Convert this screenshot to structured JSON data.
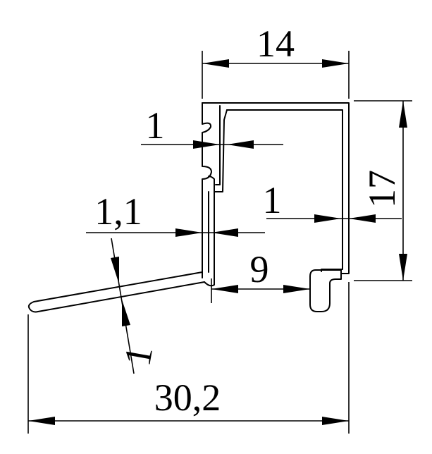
{
  "drawing": {
    "dimensions": {
      "width_top": "14",
      "height_right": "17",
      "wall_upper": "1",
      "wall_right": "1",
      "wall_lower": "1,1",
      "inner_gap": "9",
      "flange_thickness": "1",
      "overall_width": "30,2"
    }
  }
}
